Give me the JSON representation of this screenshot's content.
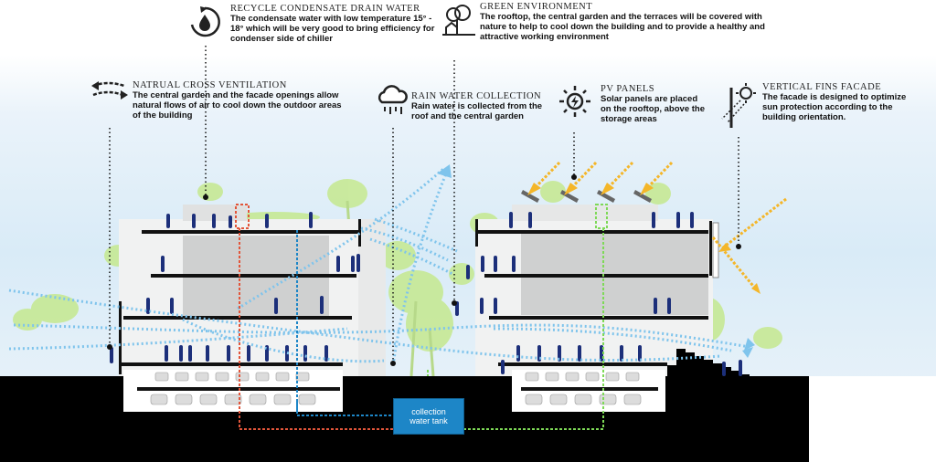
{
  "labels": {
    "recycle": {
      "title": "RECYCLE CONDENSATE DRAIN WATER",
      "desc": "The condensate water with low temperature 15° - 18° which will be very good to bring efficiency for condenser side of chiller"
    },
    "green": {
      "title": "GREEN ENVIRONMENT",
      "desc": "The rooftop, the central garden and the terraces will be covered with nature to help to cool down the building and to provide a healthy and attractive working environment"
    },
    "ventilation": {
      "title": "NATRUAL CROSS VENTILATION",
      "desc": "The central garden and the facade openings allow natural flows of air to cool down the outdoor areas of the building"
    },
    "rain": {
      "title": "RAIN WATER COLLECTION",
      "desc": "Rain water is collected from the roof and the central garden"
    },
    "pv": {
      "title": "PV PANELS",
      "desc": "Solar panels are placed on the rooftop, above the storage areas"
    },
    "fins": {
      "title": "VERTICAL FINS FACADE",
      "desc": "The facade is designed to optimize sun protection according to the building orientation."
    }
  },
  "tank": {
    "line1": "collection",
    "line2": "water tank"
  },
  "colors": {
    "ground": "#000000",
    "slab": "#111111",
    "air_flow": "#7fc4ec",
    "sun_rays": "#f4b629",
    "condensate_line": "#e2553a",
    "green_line": "#7ed957",
    "tank": "#1d86c7",
    "people": "#1c2f7a",
    "tree": "#b7e27d"
  },
  "icons": [
    "recycle-water-drop-icon",
    "green-tree-house-icon",
    "wind-arrows-icon",
    "rain-cloud-icon",
    "solar-panel-sun-icon",
    "sun-fins-icon"
  ]
}
